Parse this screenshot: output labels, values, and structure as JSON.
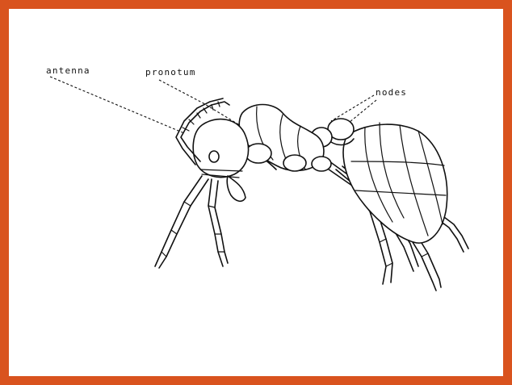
{
  "figure": {
    "labels": {
      "antenna": "antenna",
      "pronotum": "pronotum",
      "nodes": "nodes"
    },
    "colors": {
      "frame": "#d9531e",
      "ink": "#111111",
      "background": "#ffffff"
    }
  }
}
